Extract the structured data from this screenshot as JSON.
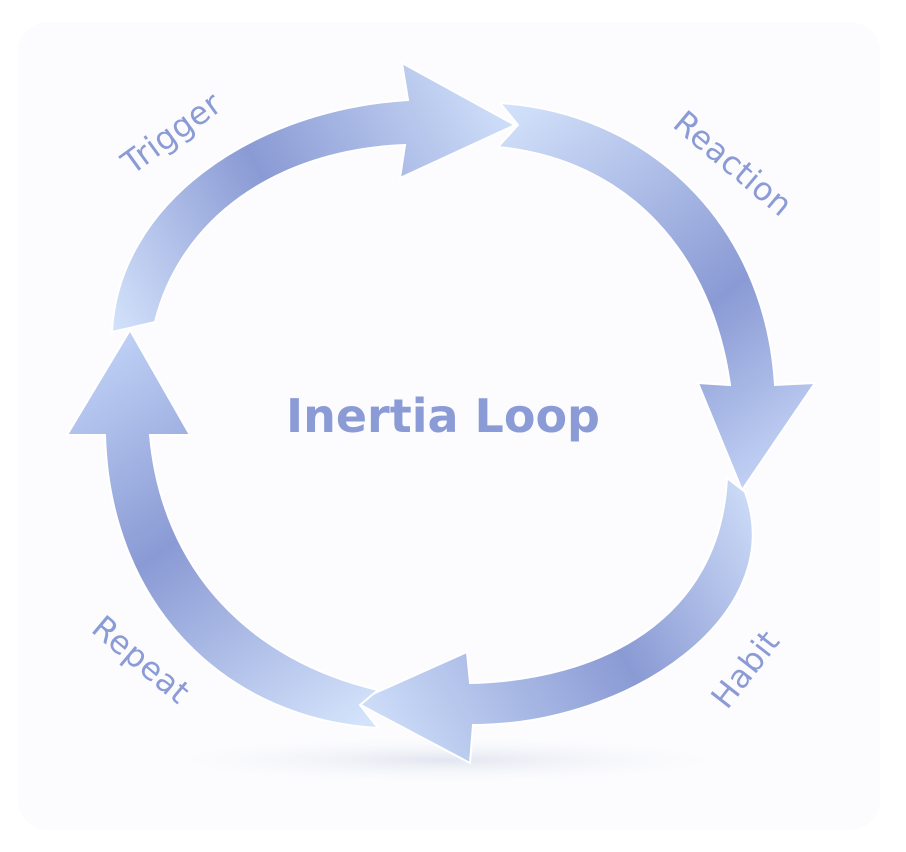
{
  "diagram": {
    "title": "Inertia Loop",
    "steps": [
      {
        "label": "Trigger"
      },
      {
        "label": "Reaction"
      },
      {
        "label": "Habit"
      },
      {
        "label": "Repeat"
      }
    ]
  },
  "colors": {
    "arrow_dark": "#8a9ad4",
    "arrow_mid": "#a6b7e6",
    "arrow_light": "#d4e3fb",
    "text": "#8b9bd6",
    "background": "#fcfcfe"
  }
}
